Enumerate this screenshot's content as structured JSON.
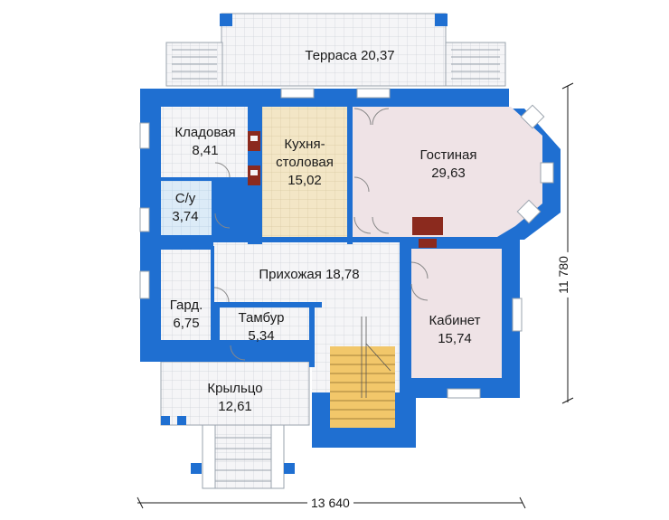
{
  "rooms": {
    "terrace": {
      "name": "Терраса",
      "area": "20,37"
    },
    "storage": {
      "name": "Кладовая",
      "area": "8,41"
    },
    "kitchen": {
      "name_line1": "Кухня-",
      "name_line2": "столовая",
      "area": "15,02"
    },
    "living": {
      "name": "Гостиная",
      "area": "29,63"
    },
    "bath": {
      "name": "С/у",
      "area": "3,74"
    },
    "hall": {
      "name": "Прихожая",
      "area": "18,78"
    },
    "wardrobe": {
      "name": "Гард.",
      "area": "6,75"
    },
    "vestibule": {
      "name": "Тамбур",
      "area": "5,34"
    },
    "office": {
      "name": "Кабинет",
      "area": "15,74"
    },
    "porch": {
      "name": "Крыльцо",
      "area": "12,61"
    }
  },
  "dimensions": {
    "width": "13 640",
    "depth": "11 780"
  },
  "colors": {
    "wall": "#1f6fd1",
    "tile_floor": "#f4f4f6",
    "grid": "#cfd3da",
    "kitchen": "#f3e6c6",
    "living": "#efe3e6",
    "bath": "#dcebf7",
    "stairs": "#f2c76a",
    "fireplace": "#8b2a1e"
  }
}
